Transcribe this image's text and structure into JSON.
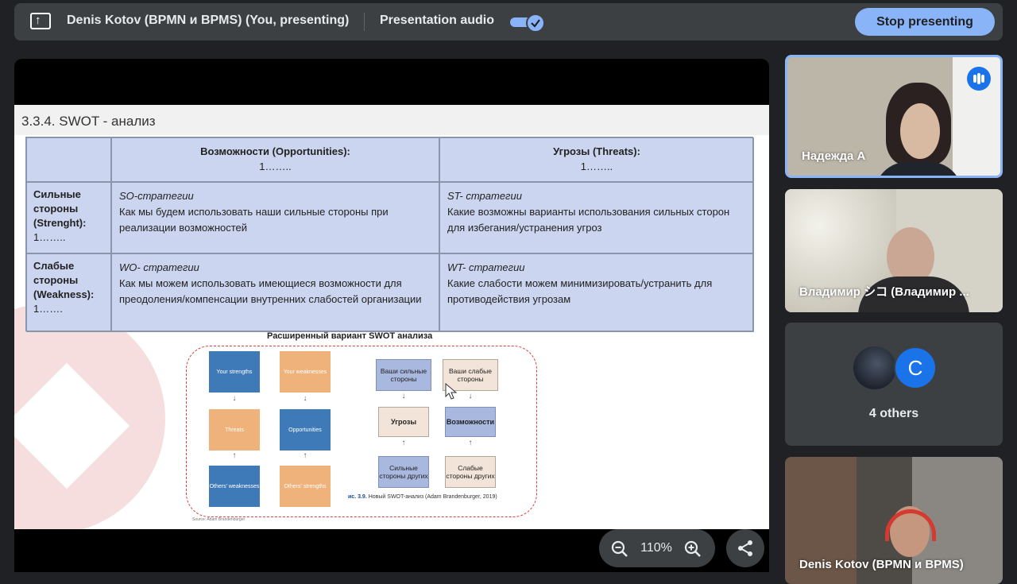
{
  "topbar": {
    "presenter_title": "Denis Kotov (BPMN и BPMS) (You, presenting)",
    "audio_label": "Presentation audio",
    "audio_enabled": true,
    "stop_label": "Stop presenting",
    "present_icon": "present-to-all-icon"
  },
  "slide": {
    "title": "3.3.4. SWOT - анализ",
    "swot": {
      "opportunities_head": "Возможности (Opportunities):",
      "opportunities_sub": "1……..",
      "threats_head": "Угрозы (Threats):",
      "threats_sub": "1……..",
      "strengths_label": "Сильные стороны (Strenght):",
      "strengths_sub": "1……..",
      "weakness_label": "Слабые стороны (Weakness):",
      "weakness_sub": "1…….",
      "so_title": "SO-стратегии",
      "so_text": "Как мы будем использовать наши сильные стороны при реализации возможностей",
      "st_title": "ST- стратегии",
      "st_text": "Какие возможны варианты использования сильных сторон для избегания/устранения угроз",
      "wo_title": "WO- стратегии",
      "wo_text": "Как мы можем использовать имеющиеся возможности для преодоления/компенсации внутренних слабостей организации",
      "wt_title": "WT- стратегии",
      "wt_text": "Какие слабости можем минимизировать/устранить для противодействия угрозам"
    },
    "extended": {
      "title": "Расширенный вариант SWOT анализа",
      "left": {
        "your_strengths": "Your strengths",
        "your_weaknesses": "Your weaknesses",
        "threats": "Threats",
        "opportunities": "Opportunities",
        "others_weaknesses": "Others' weaknesses",
        "others_strengths": "Others' strengths"
      },
      "right": {
        "your_strong": "Ваши сильные стороны",
        "your_weak": "Ваши слабые стороны",
        "threats": "Угрозы",
        "opportunities": "Возможности",
        "others_strong": "Сильные стороны других",
        "others_weak": "Слабые стороны других"
      },
      "caption_prefix": "ис. 3.9.",
      "caption_text": "Новый SWOT-анализ (Adam Brandenburger, 2019)",
      "source": "Source: Adam Brandenburger"
    }
  },
  "controls": {
    "zoom_level": "110%",
    "zoom_out_icon": "zoom-out-icon",
    "zoom_in_icon": "zoom-in-icon",
    "share_icon": "share-icon"
  },
  "participants": {
    "tile1_name": "Надежда А",
    "tile2_name": "Владимир シコ (Владимир ...",
    "others_avatar_letter": "C",
    "others_label": "4 others",
    "tile4_name": "Denis Kotov (BPMN и BPMS)"
  },
  "colors": {
    "accent": "#8ab4f8",
    "topbar_bg": "#3c4043",
    "page_bg": "#202124",
    "table_bg": "#ccd5ef"
  }
}
